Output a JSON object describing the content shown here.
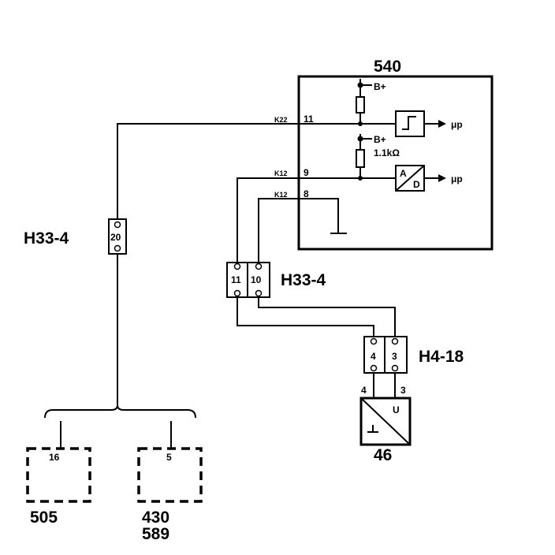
{
  "ecu": {
    "id": "540",
    "supply_top": "B+",
    "supply_mid": "B+",
    "resistor_value": "1.1kΩ",
    "out_top": "μp",
    "out_bottom": "μp",
    "ad_a": "A",
    "ad_d": "D"
  },
  "pins": {
    "k22": "K22",
    "p11": "11",
    "k12a": "K12",
    "p9": "9",
    "k12b": "K12",
    "p8": "8"
  },
  "connector_left": {
    "label": "H33-4",
    "pin": "20"
  },
  "connector_mid": {
    "label": "H33-4",
    "pin_a": "11",
    "pin_b": "10"
  },
  "connector_right": {
    "label": "H4-18",
    "pin_a": "4",
    "pin_b": "3"
  },
  "sensor": {
    "id": "46",
    "wire_a": "4",
    "wire_b": "3",
    "symbol": "U"
  },
  "module_505": {
    "id": "505",
    "pin": "16"
  },
  "module_430": {
    "id_line1": "430",
    "id_line2": "589",
    "pin": "5"
  }
}
